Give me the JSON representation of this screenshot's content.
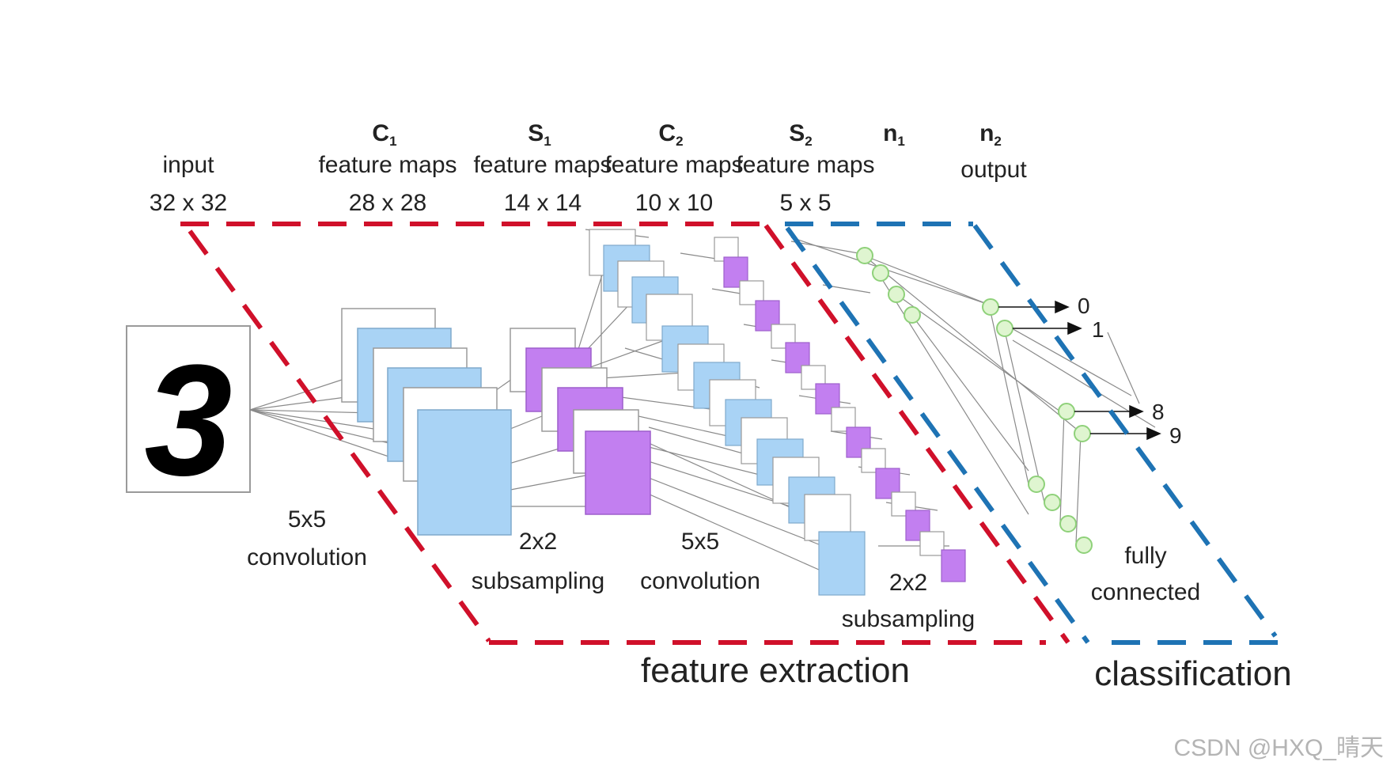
{
  "labels": {
    "input_title": "input",
    "input_size": "32 x 32",
    "c1_letter": "C",
    "c1_sub": "1",
    "c1_title": "feature maps",
    "c1_size": "28 x 28",
    "s1_letter": "S",
    "s1_sub": "1",
    "s1_title": "feature maps",
    "s1_size": "14 x 14",
    "c2_letter": "C",
    "c2_sub": "2",
    "c2_title": "feature maps",
    "c2_size": "10 x 10",
    "s2_letter": "S",
    "s2_sub": "2",
    "s2_title": "feature maps",
    "s2_size": "5 x 5",
    "n1_letter": "n",
    "n1_sub": "1",
    "n2_letter": "n",
    "n2_sub": "2",
    "n2_title": "output",
    "conv1_kernel": "5x5",
    "conv1_op": "convolution",
    "sub1_kernel": "2x2",
    "sub1_op": "subsampling",
    "conv2_kernel": "5x5",
    "conv2_op": "convolution",
    "sub2_kernel": "2x2",
    "sub2_op": "subsampling",
    "fc_line1": "fully",
    "fc_line2": "connected",
    "feature_extraction": "feature extraction",
    "classification": "classification",
    "input_digit": "3",
    "out_0": "0",
    "out_1": "1",
    "out_8": "8",
    "out_9": "9"
  },
  "watermark": "CSDN @HXQ_晴天",
  "colors": {
    "feature_box": "#d0102a",
    "classification_box": "#1e73b4",
    "conv_map": "#a9d3f5",
    "subsample_map": "#c27ff0",
    "neuron": "#dff5d0",
    "neuron_stroke": "#8fd17a",
    "connection": "#8a8a8a"
  }
}
